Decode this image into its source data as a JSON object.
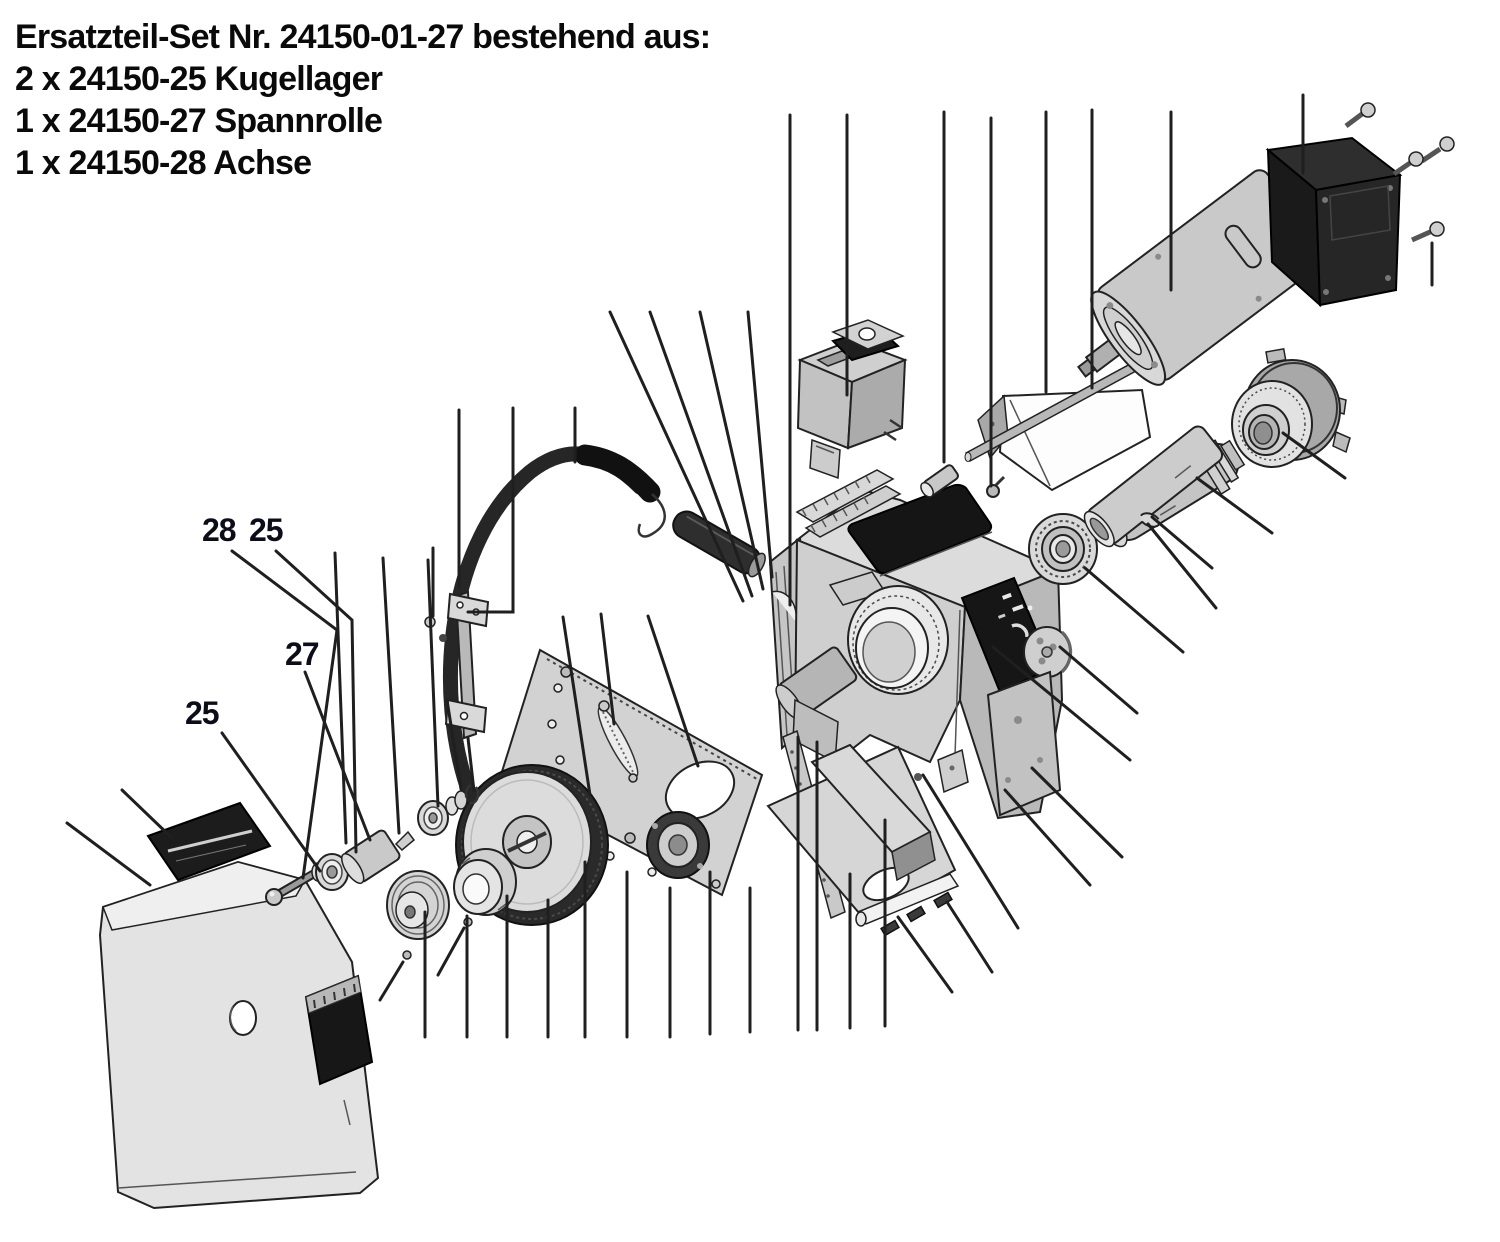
{
  "header": {
    "lines": [
      "Ersatzteil-Set Nr. 24150-01-27 bestehend aus:",
      "2 x 24150-25 Kugellager",
      "1 x 24150-27 Spannrolle",
      "1 x 24150-28 Achse"
    ]
  },
  "part_labels": [
    {
      "id": "28",
      "text": "28"
    },
    {
      "id": "25-upper",
      "text": "25"
    },
    {
      "id": "27",
      "text": "27"
    },
    {
      "id": "25-lower",
      "text": "25"
    }
  ],
  "colors": {
    "paper": "#ffffff",
    "ink": "#1f1f1f",
    "label_text": "#0d0d1a",
    "belt_dark": "#262626",
    "panel_black": "#161616"
  }
}
